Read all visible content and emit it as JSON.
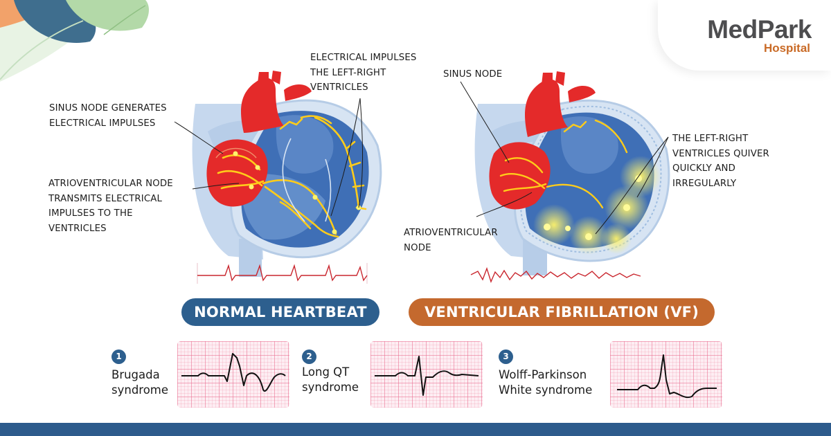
{
  "brand": {
    "name": "MedPark",
    "sub": "Hospital"
  },
  "normal": {
    "label": "NORMAL HEARTBEAT",
    "captions": {
      "sinus": [
        "SINUS NODE GENERATES",
        "ELECTRICAL IMPULSES"
      ],
      "av": [
        "ATRIOVENTRICULAR NODE",
        "TRANSMITS ELECTRICAL",
        "IMPULSES TO THE",
        "VENTRICLES"
      ],
      "impulses": [
        "ELECTRICAL IMPULSES",
        "THE LEFT-RIGHT",
        "VENTRICLES"
      ]
    }
  },
  "vf": {
    "label": "VENTRICULAR FIBRILLATION (VF)",
    "captions": {
      "sinus": [
        "SINUS NODE"
      ],
      "av": [
        "ATRIOVENTRICULAR",
        "NODE"
      ],
      "quiver": [
        "THE LEFT-RIGHT",
        "VENTRICLES QUIVER",
        "QUICKLY AND",
        "IRREGULARLY"
      ]
    }
  },
  "syndromes": [
    {
      "number": "1",
      "line1": "Brugada",
      "line2": "syndrome"
    },
    {
      "number": "2",
      "line1": "Long QT",
      "line2": "syndrome"
    },
    {
      "number": "3",
      "line1": "Wolff-Parkinson",
      "line2": "White syndrome"
    }
  ],
  "colors": {
    "navy": "#2d5f8e",
    "orange": "#c4692e",
    "heart_red": "#e42a2a",
    "heart_blue": "#3f6fb6",
    "impulse": "#f5c200"
  }
}
